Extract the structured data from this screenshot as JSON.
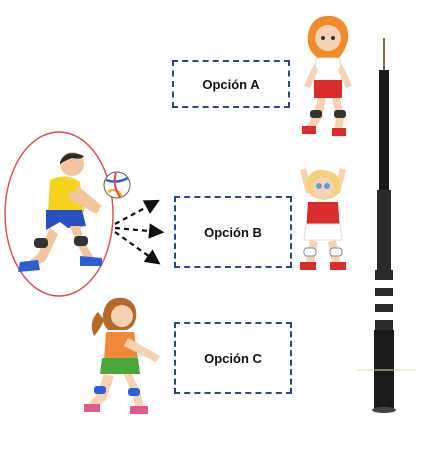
{
  "options": {
    "a": "Opción A",
    "b": "Opción B",
    "c": "Opción C"
  },
  "colors": {
    "box_border": "#2e4a7a",
    "highlight_ellipse": "#d94a4a",
    "arrows": "#111111"
  },
  "figures": {
    "player_passing": "boy-bump-pass-illustration",
    "ball": "volleyball-icon",
    "player_a": "girl-knees-bent-illustration",
    "player_b": "girl-overhead-set-illustration",
    "player_c": "girl-forearm-pass-illustration",
    "pole": "volleyball-net-pole-illustration"
  }
}
